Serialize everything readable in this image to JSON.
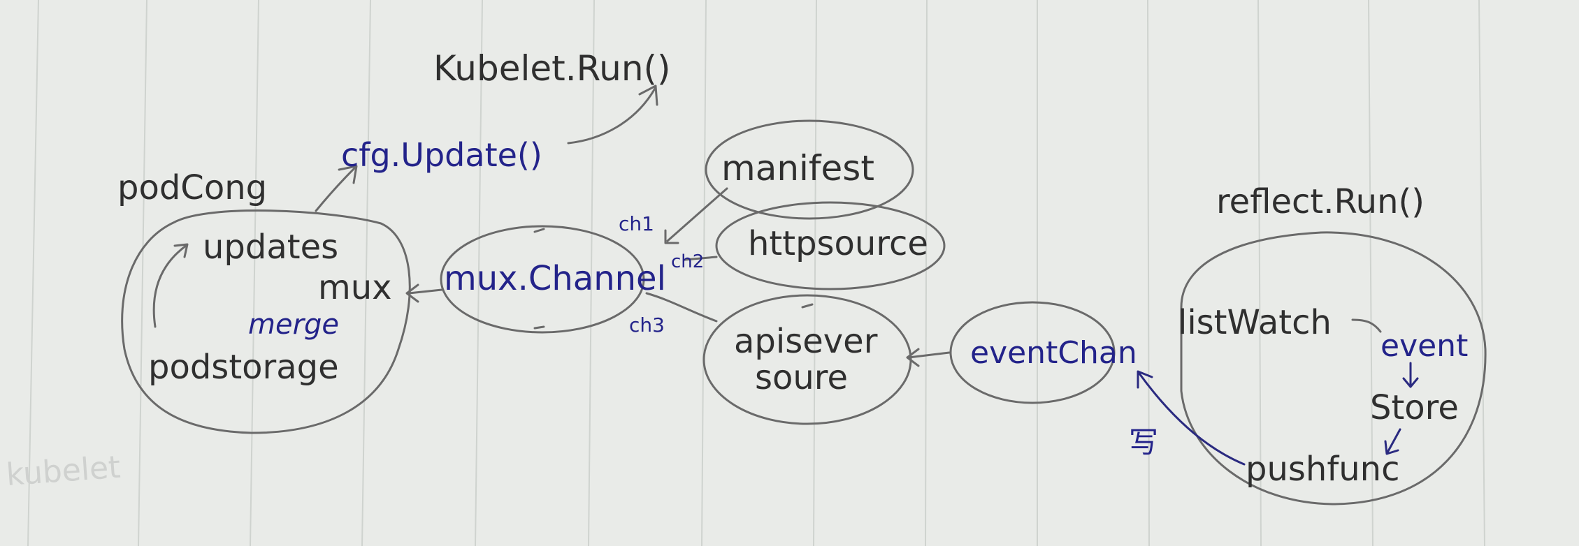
{
  "labels": {
    "kubelet_run": "Kubelet.Run()",
    "cfg_update": "cfg.Update()",
    "podconfig": "podCong",
    "updates": "updates",
    "mux": "mux",
    "merge": "merge",
    "podstorage": "podstorage",
    "mux_channel": "mux.Channel",
    "ch1": "ch1",
    "ch2": "ch2",
    "ch3": "ch3",
    "manifest": "manifest",
    "httpsource": "httpsource",
    "apiserver_line1": "apisever",
    "apiserver_line2": "soure",
    "event_chan": "eventChan",
    "reflect_run": "reflect.Run()",
    "list_watch": "listWatch",
    "event": "event",
    "store": "Store",
    "push_func": "pushfunc",
    "write_mark": "写",
    "faded_text": "kubelet"
  },
  "colors": {
    "paper": "#e9ebe8",
    "pencil": "#2f2f2f",
    "blue_ink": "#23238a"
  }
}
